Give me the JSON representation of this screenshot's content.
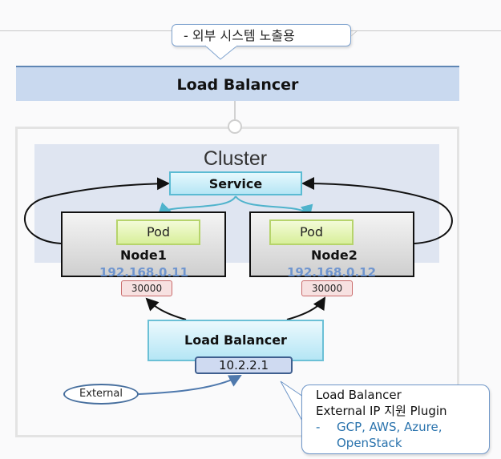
{
  "callout_top": {
    "text": "- 외부 시스템 노출용"
  },
  "top_bar": {
    "label": "Load Balancer"
  },
  "cluster": {
    "label": "Cluster",
    "service": {
      "label": "Service"
    },
    "nodes": [
      {
        "name": "Node1",
        "ip": "192.168.0.11",
        "pod": "Pod",
        "port": "30000"
      },
      {
        "name": "Node2",
        "ip": "192.168.0.12",
        "pod": "Pod",
        "port": "30000"
      }
    ],
    "load_balancer": {
      "label": "Load Balancer",
      "ip": "10.2.2.1"
    },
    "external": {
      "label": "External"
    }
  },
  "callout_bottom": {
    "line1": "Load Balancer",
    "line2": "External IP 지원 Plugin",
    "bullet": "-",
    "list_line1": "GCP, AWS, Azure,",
    "list_line2": "OpenStack"
  },
  "colors": {
    "service_border": "#5bbbd3",
    "pod_border": "#b6d46b",
    "node_ip": "#6f95cf",
    "port_border": "#c96a6a",
    "connector_teal": "#4fb3cc",
    "list_text": "#2a73ad"
  }
}
